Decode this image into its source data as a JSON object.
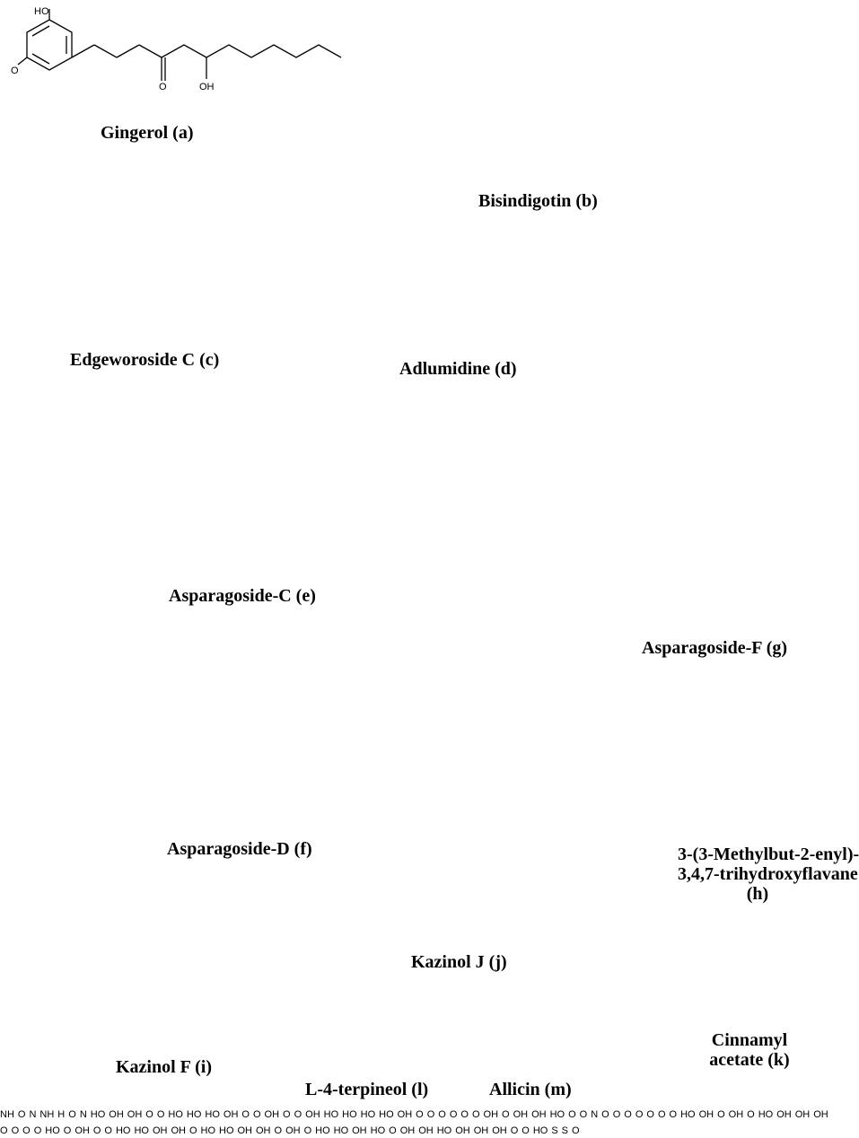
{
  "figure": {
    "compounds": [
      {
        "id": "a",
        "label": "Gingerol (a)"
      },
      {
        "id": "b",
        "label": "Bisindigotin (b)"
      },
      {
        "id": "c",
        "label": "Edgeworoside C (c)"
      },
      {
        "id": "d",
        "label": "Adlumidine (d)"
      },
      {
        "id": "e",
        "label": "Asparagoside-C (e)"
      },
      {
        "id": "f",
        "label": "Asparagoside-D (f)"
      },
      {
        "id": "g",
        "label": "Asparagoside-F (g)"
      },
      {
        "id": "h",
        "label_lines": [
          "3-(3-Methylbut-2-enyl)-",
          "3,4,7-trihydroxyflavane",
          "(h)"
        ]
      },
      {
        "id": "i",
        "label": "Kazinol F (i)"
      },
      {
        "id": "j",
        "label": "Kazinol J (j)"
      },
      {
        "id": "k",
        "label_lines": [
          "Cinnamyl",
          "acetate (k)"
        ]
      },
      {
        "id": "l",
        "label": "L-4-terpineol (l)"
      },
      {
        "id": "m",
        "label": "Allicin (m)"
      }
    ],
    "atom_labels": {
      "oh": "OH",
      "ho": "HO",
      "o": "O",
      "n": "N",
      "nh": "NH",
      "h": "H",
      "s": "S"
    }
  }
}
